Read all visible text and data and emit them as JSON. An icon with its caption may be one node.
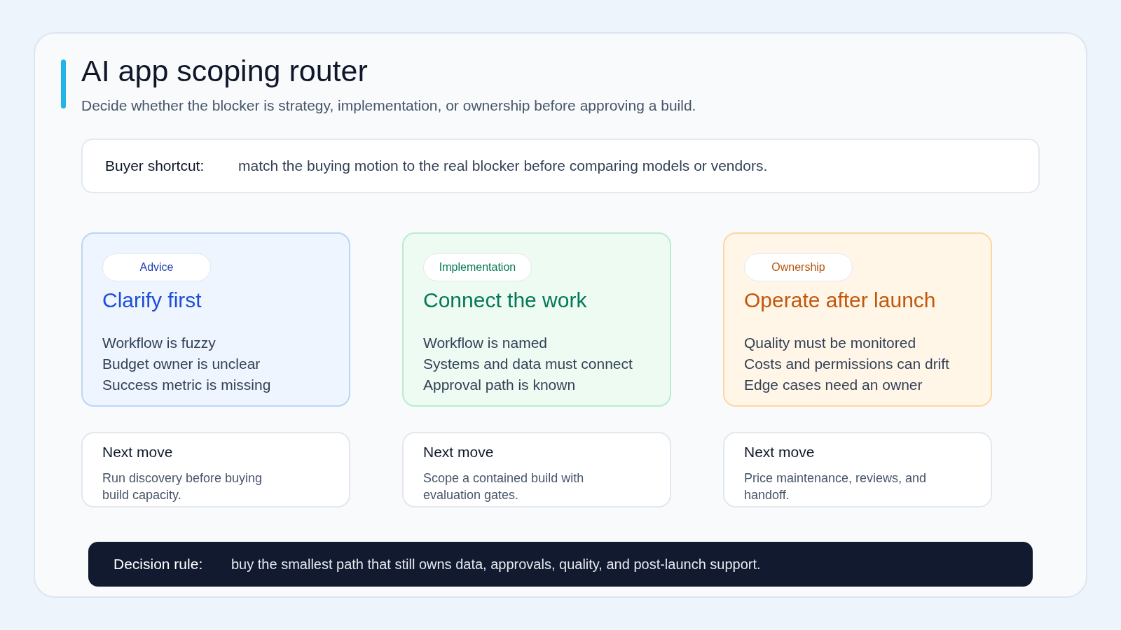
{
  "diagram": {
    "title": "AI app scoping router",
    "nodes": [
      {
        "text": [
          "Buyer shortcut:",
          "match the buying motion to the real blocker before comparing models or vendors."
        ]
      },
      {
        "text": [
          "Clarify first",
          "Workflow is fuzzy",
          "Budget owner is unclear",
          "Success metric is missing"
        ]
      },
      {
        "text": [
          "Advice"
        ],
        "in": 1
      },
      {
        "text": [
          "Connect the work",
          "Workflow is named",
          "Systems and data must connect",
          "Approval path is known"
        ]
      },
      {
        "text": [
          "Implementation"
        ],
        "in": 3
      },
      {
        "text": [
          "Operate after launch",
          "Quality must be monitored",
          "Costs and permissions can drift",
          "Edge cases need an owner"
        ]
      },
      {
        "text": [
          "Ownership"
        ],
        "in": 5
      },
      {
        "text": [
          "Next move",
          "Run discovery before buying build capacity."
        ]
      },
      {
        "text": [
          "Next move",
          "Scope a contained build with evaluation gates."
        ]
      },
      {
        "text": [
          "Next move",
          "Price maintenance, reviews, and handoff."
        ]
      },
      {
        "text": [
          "Decision rule:",
          "buy the smallest path that still owns data, approvals, quality, and post-launch support."
        ]
      }
    ],
    "labels": [
      "Decide whether the blocker is strategy, implementation, or ownership before approving a build."
    ]
  }
}
